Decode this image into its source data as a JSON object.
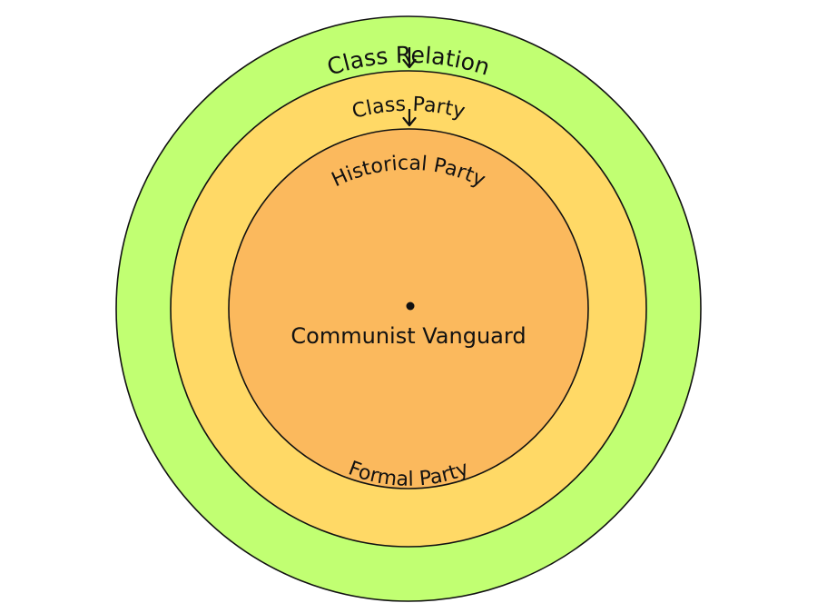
{
  "colors": {
    "outer_ring": "#c1ff72",
    "middle_ring": "#ffd966",
    "inner_circle": "#fbb95d",
    "outline": "#111111",
    "background": "#ffffff"
  },
  "rings": {
    "outer": {
      "label": "Class Relation"
    },
    "middle": {
      "label": "Class Party"
    },
    "inner_top": {
      "label": "Historical Party"
    },
    "inner_bottom": {
      "label": "Formal Party"
    }
  },
  "center": {
    "label": "Communist Vanguard"
  },
  "arrows": [
    {
      "from": "Class Relation",
      "to": "Class Party",
      "direction": "down"
    },
    {
      "from": "Class Party",
      "to": "Historical Party",
      "direction": "down"
    }
  ]
}
